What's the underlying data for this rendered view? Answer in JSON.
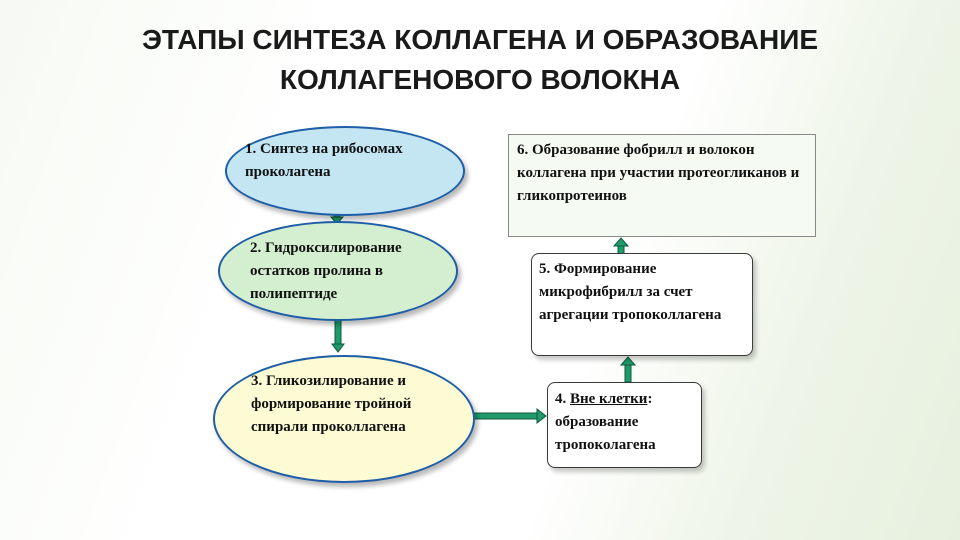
{
  "title": {
    "line1": "ЭТАПЫ СИНТЕЗА КОЛЛАГЕНА И ОБРАЗОВАНИЕ",
    "line2": "КОЛЛАГЕНОВОГО ВОЛОКНА"
  },
  "steps": [
    {
      "text": "1. Синтез на рибосомах проколагена"
    },
    {
      "text": "2. Гидроксилирование остатков пролина в полипептиде"
    },
    {
      "text": "3. Гликозилирование и формирование тройной спирали проколлагена"
    },
    {
      "prefix": "4. ",
      "emphasis": "Вне клетки",
      "suffix": ": образование тропоколагена"
    },
    {
      "text": "5. Формирование микрофибрилл за счет агрегации тропоколлагена"
    },
    {
      "text": "6. Образование фобрилл и волокон коллагена при участии протеогликанов и гликопротеинов"
    }
  ],
  "colors": {
    "step1_fill": "#c4e6f2",
    "step2_fill": "#d4efcf",
    "step3_fill": "#fcfbd4",
    "ellipse_border": "#1e5ea8",
    "arrow": "#1f9a6a"
  }
}
